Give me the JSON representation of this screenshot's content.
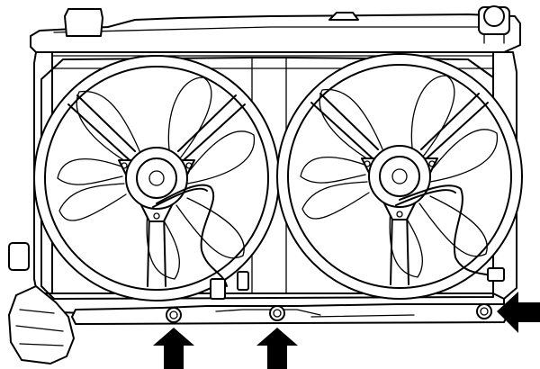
{
  "figure": {
    "subject": "radiator-fan-assembly",
    "fan_count": 2,
    "blades_per_fan": 7,
    "callouts": [
      {
        "id": "bolt-left",
        "arrow": "up-arrow-icon"
      },
      {
        "id": "bolt-center",
        "arrow": "up-arrow-icon"
      },
      {
        "id": "bolt-right",
        "arrow": "left-arrow-icon"
      }
    ],
    "line_color": "#000000",
    "background_color": "#ffffff"
  }
}
